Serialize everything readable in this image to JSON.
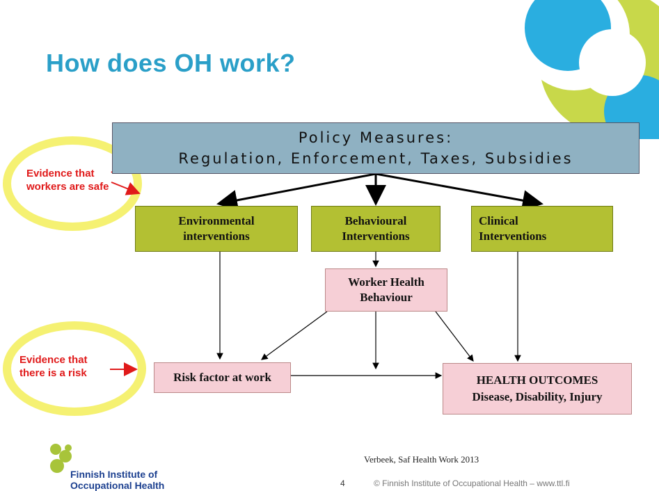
{
  "slide": {
    "title": "How does OH work?",
    "citation": "Verbeek, Saf Health Work 2013",
    "page_number": "4",
    "footer": "© Finnish Institute of Occupational Health   –   www.ttl.fi"
  },
  "logo": {
    "line1": "Finnish Institute of",
    "line2": "Occupational Health"
  },
  "diagram": {
    "policy": {
      "line1": "Policy Measures:",
      "line2": "Regulation, Enforcement, Taxes, Subsidies"
    },
    "interventions": [
      {
        "line1": "Environmental",
        "line2": "interventions"
      },
      {
        "line1": "Behavioural",
        "line2": "Interventions"
      },
      {
        "line1": "Clinical",
        "line2": "Interventions"
      }
    ],
    "worker_behaviour": {
      "line1": "Worker Health",
      "line2": "Behaviour"
    },
    "risk_factor": "Risk factor at work",
    "outcomes": {
      "line1": "HEALTH OUTCOMES",
      "line2": "Disease, Disability,  Injury"
    }
  },
  "annotations": {
    "safe": {
      "line1": "Evidence that",
      "line2": "workers are safe"
    },
    "risk": {
      "line1": "Evidence that",
      "line2": "there is a risk"
    }
  },
  "colors": {
    "title": "#2a9fc8",
    "policy_box": "#8fb1c2",
    "intervention_box": "#b3c033",
    "outcome_box": "#f6cfd6",
    "annotation_text": "#e01a1a",
    "highlight": "#f4f06a"
  }
}
